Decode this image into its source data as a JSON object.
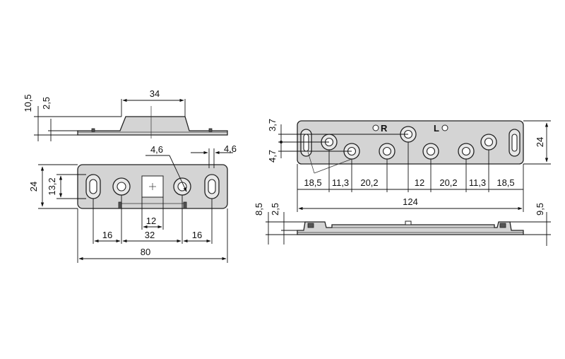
{
  "colors": {
    "part_fill": "#d4d4d4",
    "line": "#111111",
    "background": "#ffffff"
  },
  "dims": {
    "small_top_view": {
      "height_10_5": "10,5",
      "height_2_5": "2,5",
      "width_34": "34"
    },
    "small_front_view": {
      "hole_4_6_left": "4,6",
      "hole_4_6_right": "4,6",
      "height_24": "24",
      "height_13_2": "13,2",
      "width_12": "12",
      "width_16_left": "16",
      "width_32": "32",
      "width_16_right": "16",
      "width_80": "80"
    },
    "large_front_view": {
      "height_3_7": "3,7",
      "height_4_7": "4,7",
      "height_24": "24",
      "label_r": "R",
      "label_l": "L",
      "spacing": [
        "18,5",
        "11,3",
        "20,2",
        "12",
        "20,2",
        "11,3",
        "18,5"
      ],
      "width_124": "124"
    },
    "large_side_view": {
      "height_8_5": "8,5",
      "height_2_5": "2,5",
      "height_9_5": "9,5"
    }
  }
}
